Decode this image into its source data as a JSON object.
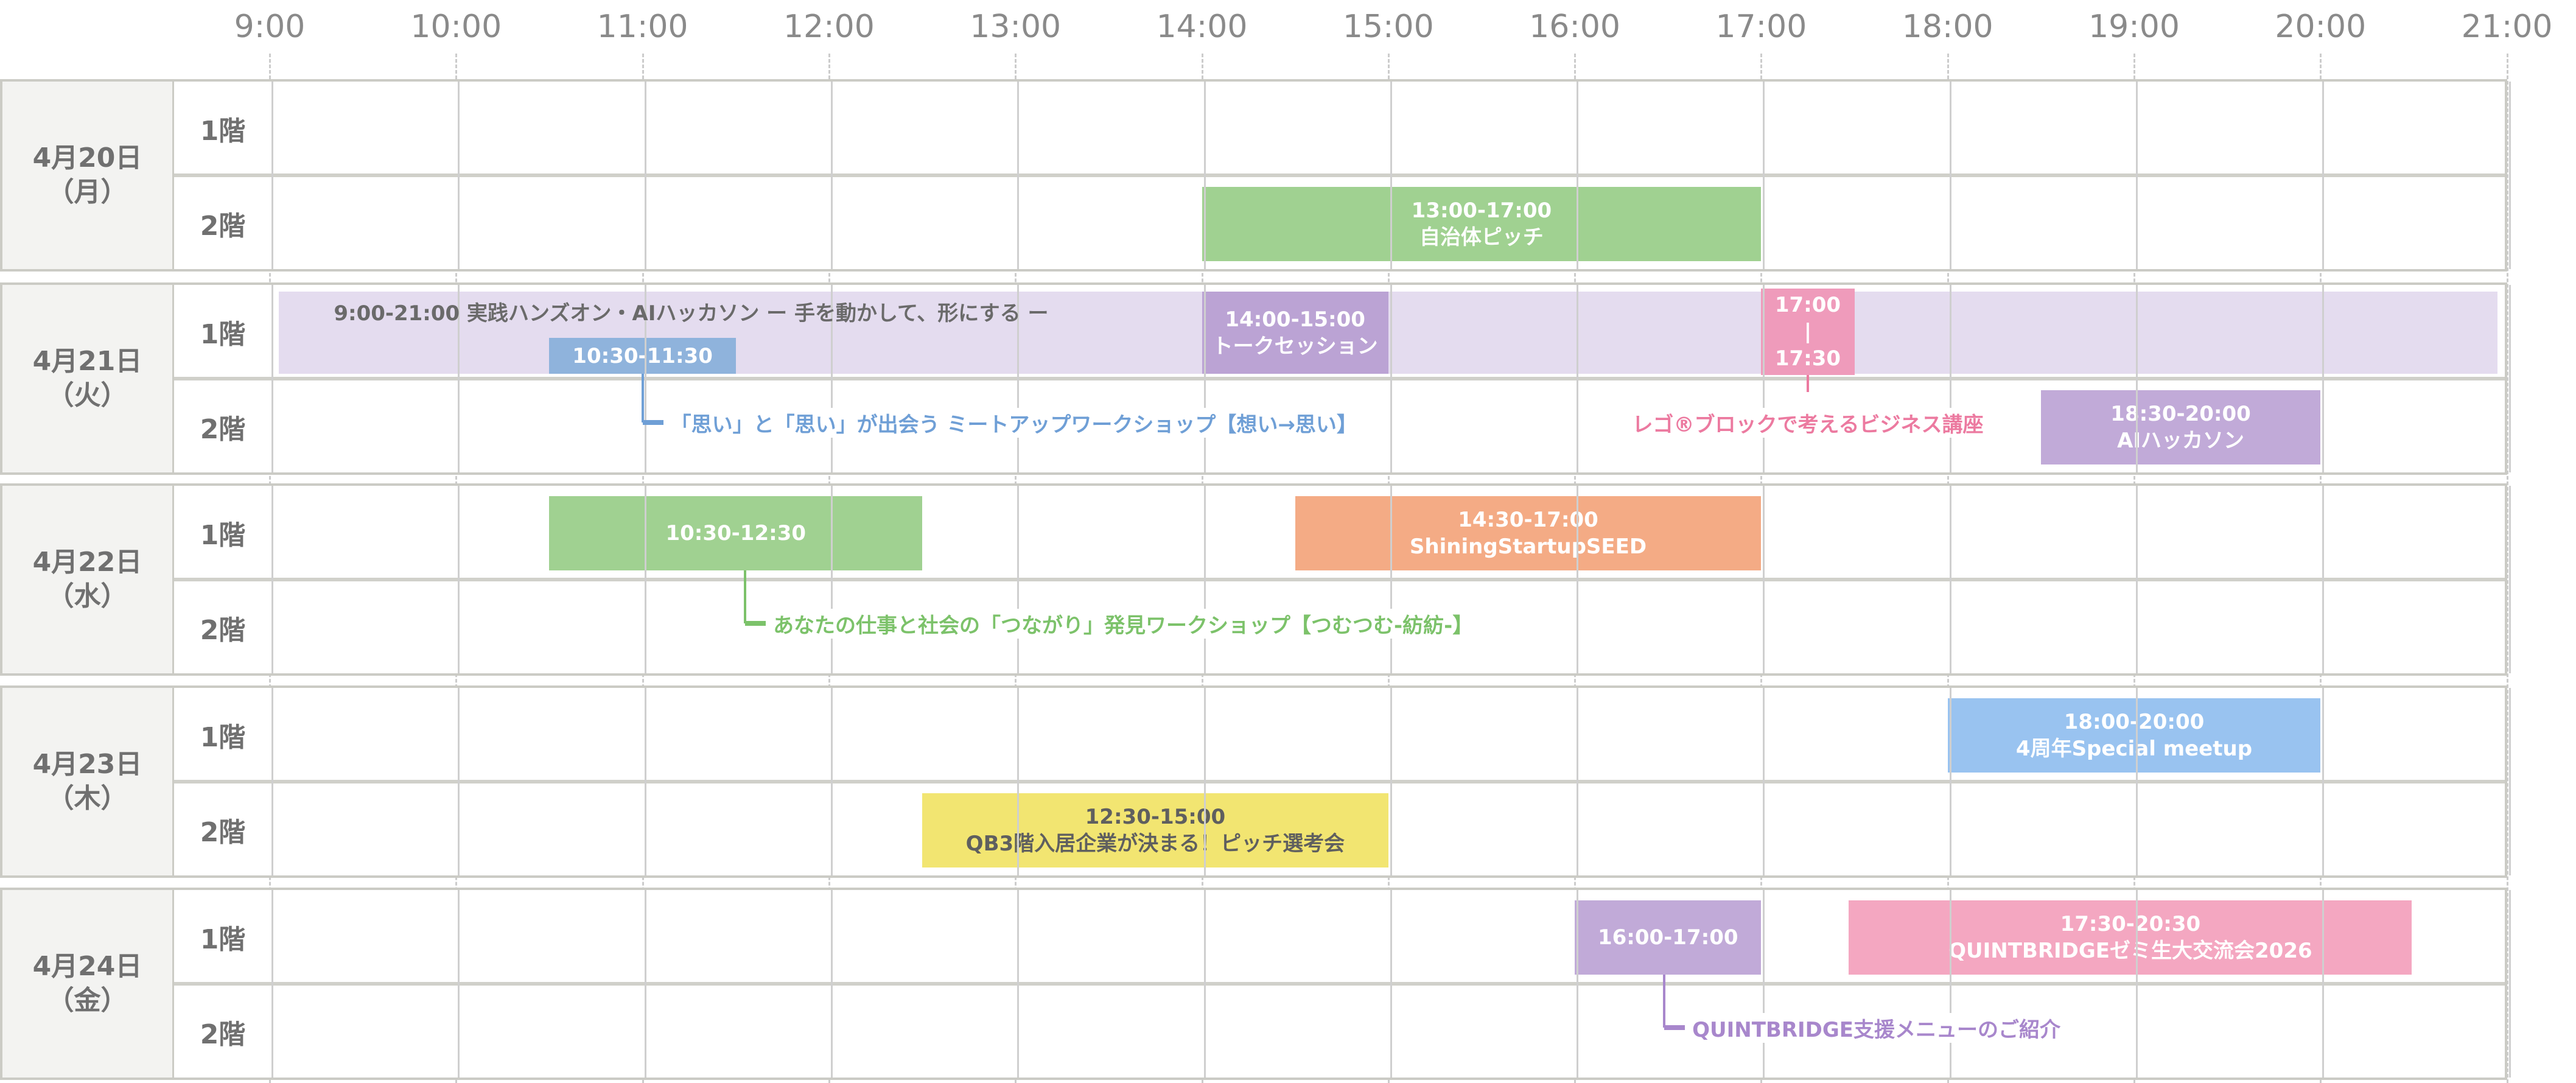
{
  "hours": [
    "9:00",
    "10:00",
    "11:00",
    "12:00",
    "13:00",
    "14:00",
    "15:00",
    "16:00",
    "17:00",
    "18:00",
    "19:00",
    "20:00",
    "21:00"
  ],
  "floors": [
    "1階",
    "2階"
  ],
  "days": [
    {
      "date": "4月20日",
      "weekday": "（月）"
    },
    {
      "date": "4月21日",
      "weekday": "（火）"
    },
    {
      "date": "4月22日",
      "weekday": "（水）"
    },
    {
      "date": "4月23日",
      "weekday": "（木）"
    },
    {
      "date": "4月24日",
      "weekday": "（金）"
    }
  ],
  "events": [
    {
      "day": 0,
      "floor": 1,
      "start": 14,
      "end": 17,
      "kind": "block",
      "color": "#a0d191",
      "lines": [
        "13:00-17:00",
        "自治体ピッチ"
      ]
    },
    {
      "day": 1,
      "floor": 0,
      "start": 9.05,
      "end": 20.95,
      "kind": "band",
      "color": "#e4dcef",
      "lines": [
        "9:00-21:00 実践ハンズオン・AIハッカソン ー 手を動かして、形にする ー"
      ]
    },
    {
      "day": 1,
      "floor": 0,
      "start": 10.5,
      "end": 11.5,
      "kind": "small",
      "color": "#8fb3dc",
      "lines": [
        "10:30-11:30"
      ],
      "callout": {
        "text": "「思い」と「思い」が出会う ミートアップワークショップ【想い→思い】",
        "color": "#6f9fd6",
        "at": 11,
        "align": "left"
      }
    },
    {
      "day": 1,
      "floor": 0,
      "start": 14,
      "end": 15,
      "kind": "band-box",
      "color": "#bba3d4",
      "lines": [
        "14:00-15:00",
        "トークセッション"
      ]
    },
    {
      "day": 1,
      "floor": 0,
      "start": 17,
      "end": 17.5,
      "kind": "tall",
      "color": "#ef9bbb",
      "lines": [
        "17:00",
        "|",
        "17:30"
      ],
      "callout": {
        "text": "レゴ®ブロックで考えるビジネス講座",
        "color": "#ec7aa0",
        "at": 17.25,
        "align": "center"
      }
    },
    {
      "day": 1,
      "floor": 1,
      "start": 18.5,
      "end": 20,
      "kind": "block",
      "color": "#c1aad8",
      "lines": [
        "18:30-20:00",
        "AIハッカソン"
      ]
    },
    {
      "day": 2,
      "floor": 0,
      "start": 10.5,
      "end": 12.5,
      "kind": "block",
      "color": "#a0d191",
      "lines": [
        "10:30-12:30"
      ],
      "callout": {
        "text": "あなたの仕事と社会の「つながり」発見ワークショップ【つむつむ-紡紡-】",
        "color": "#7cc26a",
        "at": 11.55,
        "align": "left"
      }
    },
    {
      "day": 2,
      "floor": 0,
      "start": 14.5,
      "end": 17,
      "kind": "block",
      "color": "#f4ab85",
      "lines": [
        "14:30-17:00",
        "ShiningStartupSEED"
      ]
    },
    {
      "day": 3,
      "floor": 0,
      "start": 18,
      "end": 20,
      "kind": "block",
      "color": "#99c3f0",
      "lines": [
        "18:00-20:00",
        "4周年Special meetup"
      ]
    },
    {
      "day": 3,
      "floor": 1,
      "start": 12.5,
      "end": 15,
      "kind": "block dark",
      "color": "#f2e571",
      "lines": [
        "12:30-15:00",
        "QB3階入居企業が決まる！ピッチ選考会"
      ]
    },
    {
      "day": 4,
      "floor": 0,
      "start": 16,
      "end": 17,
      "kind": "block",
      "color": "#c1aad8",
      "lines": [
        "16:00-17:00"
      ],
      "callout": {
        "text": "QUINTBRIDGE支援メニューのご紹介",
        "color": "#a887cc",
        "at": 16.48,
        "align": "left"
      }
    },
    {
      "day": 4,
      "floor": 0,
      "start": 17.47,
      "end": 20.49,
      "kind": "block",
      "color": "#f4a7c1",
      "lines": [
        "17:30-20:30",
        "QUINTBRIDGEゼミ生大交流会2026"
      ]
    }
  ]
}
